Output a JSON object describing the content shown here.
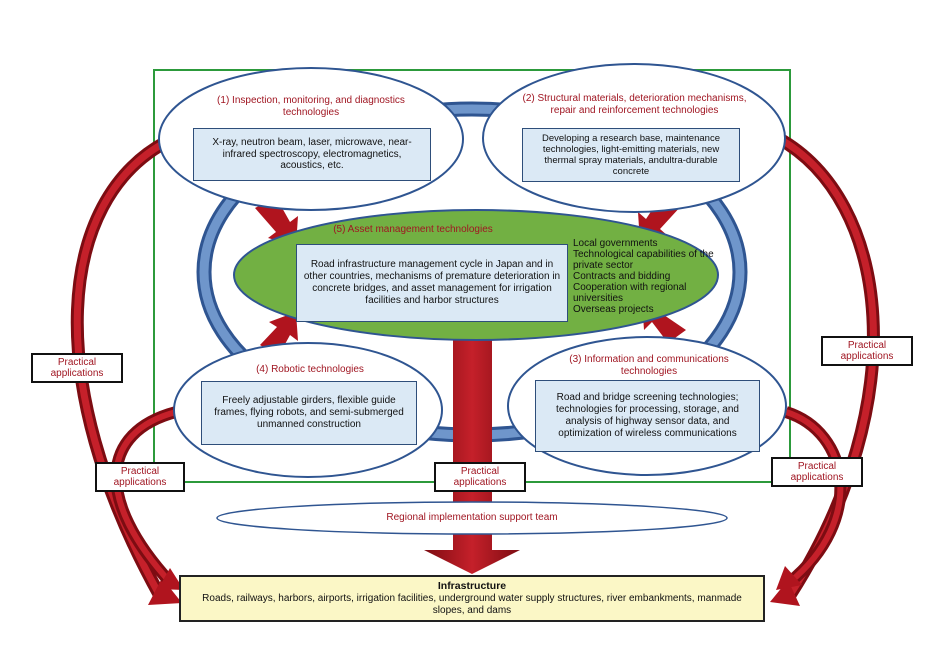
{
  "nodes": {
    "inspection": {
      "title": "(1) Inspection, monitoring, and diagnostics technologies",
      "detail": "X-ray, neutron beam, laser, microwave, near-infrared spectroscopy, electromagnetics, acoustics, etc."
    },
    "structural": {
      "title": "(2) Structural materials, deterioration mechanisms, repair and reinforcement technologies",
      "detail": "Developing a research base, maintenance technologies, light-emitting materials, new thermal spray materials, andultra-durable concrete"
    },
    "asset": {
      "title": "(5) Asset management technologies",
      "detail": "Road infrastructure management cycle in Japan and in other countries, mechanisms of premature deterioration in concrete bridges, and asset management for irrigation facilities and harbor structures",
      "side_list": [
        "Local governments",
        "Technological capabilities of the private sector",
        "Contracts and bidding",
        "Cooperation with regional universities",
        "Overseas projects"
      ]
    },
    "robotic": {
      "title": "(4) Robotic technologies",
      "detail": "Freely adjustable girders, flexible guide frames, flying robots, and semi-submerged unmanned construction"
    },
    "ict": {
      "title": "(3) Information and communications technologies",
      "detail": "Road and bridge screening technologies; technologies for processing, storage, and analysis of highway sensor data, and optimization of wireless communications"
    },
    "regional": {
      "label": "Regional implementation support team"
    },
    "infrastructure": {
      "title": "Infrastructure",
      "detail": "Roads, railways, harbors, airports, irrigation facilities, underground water supply structures, river embankments, manmade slopes, and dams"
    }
  },
  "practical_label": "Practical\napplications",
  "colors": {
    "ring_blue": "#4a73ad",
    "arrow_red": "#b0141e",
    "asset_green": "#72b043",
    "frame_green": "#2c9a3b",
    "title_red": "#a01622",
    "box_fill": "#dbe9f5",
    "infra_fill": "#fbf7c6"
  }
}
